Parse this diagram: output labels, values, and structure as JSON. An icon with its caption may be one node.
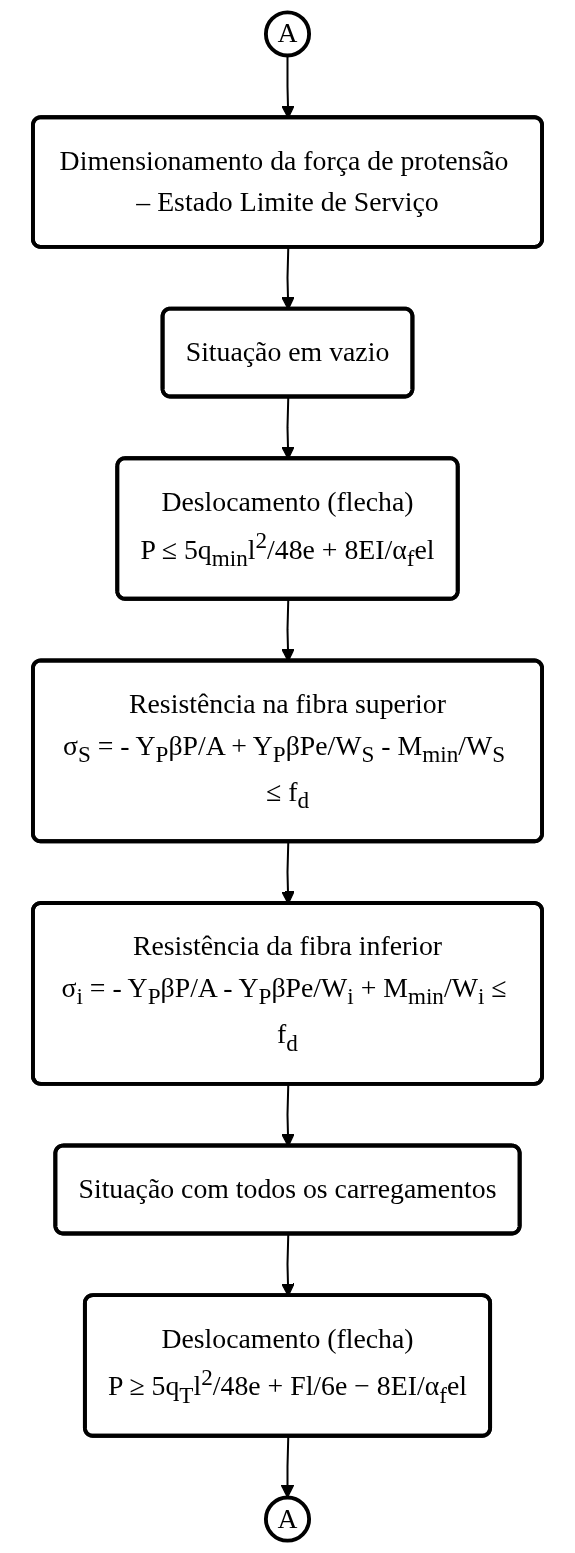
{
  "diagram": {
    "nodes": [
      {
        "text": [
          "A"
        ]
      },
      {
        "text": [
          "Dimensionamento da força de protensão – Estado Limite de Serviço"
        ]
      },
      {
        "text": [
          "Situação em vazio"
        ]
      },
      {
        "text": [
          "Deslocamento (flecha)",
          "P ≤ 5q$_{min}$l$^{2}$/48e + 8EI/α$_{f}$el"
        ]
      },
      {
        "text": [
          "Resistência na fibra superior",
          "σ$_{S}$ = - Y$_{P}$βP/A + Y$_{P}$βPe/W$_{S}$ - M$_{min}$/W$_{S}$ ≤ f$_{d}$"
        ]
      },
      {
        "text": [
          "Resistência da fibra inferior",
          "σ$_{i}$ = - Y$_{P}$βP/A - Y$_{P}$βPe/W$_{i}$ + M$_{min}$/W$_{i}$ ≤ f$_{d}$"
        ]
      },
      {
        "text": [
          "Situação com todos os carregamentos"
        ]
      },
      {
        "text": [
          "Deslocamento (flecha)",
          "P ≥ 5q$_{T}$l$^{2}$/48e + Fl/6e − 8EI/α$_{f}$el"
        ]
      },
      {
        "text": [
          "A"
        ]
      }
    ],
    "edges": [
      {
        "from": 0,
        "to": 1,
        "arrow": "to"
      },
      {
        "from": 1,
        "to": 2,
        "arrow": "to"
      },
      {
        "from": 2,
        "to": 3,
        "arrow": "to"
      },
      {
        "from": 3,
        "to": 4,
        "arrow": "to"
      },
      {
        "from": 4,
        "to": 5,
        "arrow": "to"
      },
      {
        "from": 5,
        "to": 6,
        "arrow": "to"
      },
      {
        "from": 6,
        "to": 7,
        "arrow": "to"
      },
      {
        "from": 7,
        "to": 8,
        "arrow": "to"
      }
    ]
  }
}
